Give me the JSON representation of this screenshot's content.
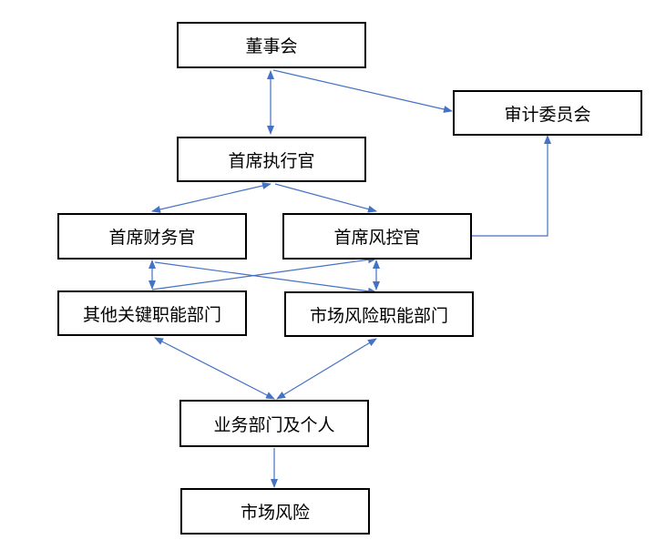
{
  "nodes": {
    "board": "董事会",
    "audit_committee": "审计委员会",
    "ceo": "首席执行官",
    "cfo": "首席财务官",
    "cro": "首席风控官",
    "other_departments": "其他关键职能部门",
    "market_risk_department": "市场风险职能部门",
    "business_units": "业务部门及个人",
    "market_risk": "市场风险"
  },
  "colors": {
    "connector": "#4472c4",
    "box_border": "#000000",
    "text": "#000000"
  }
}
